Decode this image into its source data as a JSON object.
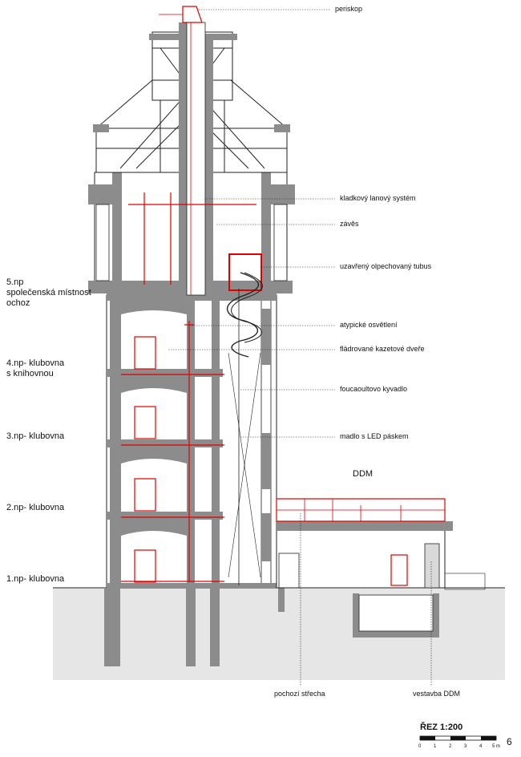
{
  "callouts": [
    {
      "id": "periskop",
      "text": "periskop"
    },
    {
      "id": "kladkovy",
      "text": "kladkový lanový systém"
    },
    {
      "id": "zaves",
      "text": "závěs"
    },
    {
      "id": "tubus",
      "text": "uzavřený olpechovaný tubus"
    },
    {
      "id": "osvetleni",
      "text": "atypické osvětlení"
    },
    {
      "id": "dvere",
      "text": "flädrované kazetové dveře"
    },
    {
      "id": "kyvadlo",
      "text": "foucaoultovo kyvadlo"
    },
    {
      "id": "madlo",
      "text": "madlo s LED páskem"
    }
  ],
  "floors": {
    "np5": {
      "line1": "5.np",
      "line2": "společenská místnost",
      "line3": "ochoz"
    },
    "np4": {
      "line1": "4.np- klubovna",
      "line2": "s knihovnou"
    },
    "np3": {
      "label": "3.np- klubovna"
    },
    "np2": {
      "label": "2.np- klubovna"
    },
    "np1": {
      "label": "1.np- klubovna"
    }
  },
  "ddm_label": "DDM",
  "bottom_labels": {
    "pochozi": "pochozí střecha",
    "vestavba": "vestavba DDM"
  },
  "scale": {
    "title": "ŘEZ 1:200",
    "ticks": [
      "0",
      "1",
      "2",
      "3",
      "4",
      "5 m"
    ]
  },
  "page_number": "6",
  "colors": {
    "wall": "#8c8c8c",
    "ground": "#e6e6e6",
    "new_elements": "#e00000",
    "line": "#222222"
  }
}
